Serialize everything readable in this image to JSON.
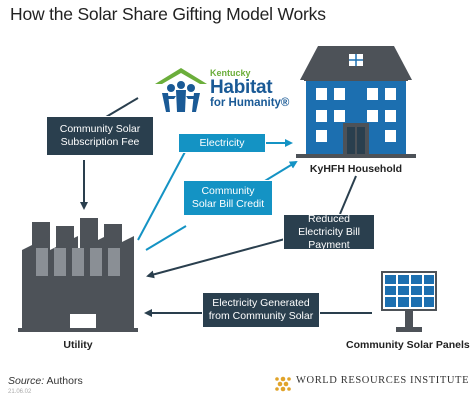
{
  "title": "How the Solar Share Gifting Model Works",
  "logo": {
    "kentucky": "Kentucky",
    "habitat": "Habitat",
    "for_humanity": "for Humanity®"
  },
  "nodes": {
    "household": "KyHFH Household",
    "utility": "Utility",
    "solar_panels": "Community Solar Panels"
  },
  "flows": {
    "subscription_fee": "Community Solar Subscription Fee",
    "electricity": "Electricity",
    "bill_credit": "Community Solar Bill Credit",
    "reduced_bill": "Reduced Electricity Bill Payment",
    "generated": "Electricity Generated from Community Solar"
  },
  "footer": {
    "source_label": "Source:",
    "source_value": " Authors",
    "code": "21.06.02",
    "publisher": "WORLD RESOURCES INSTITUTE"
  },
  "colors": {
    "dark_label": "#2a3f4e",
    "blue_label": "#1493c4",
    "house_blue": "#1c6fb0",
    "factory_gray": "#4d5258",
    "habitat_green": "#6bae3b",
    "habitat_blue": "#1a5a96"
  }
}
